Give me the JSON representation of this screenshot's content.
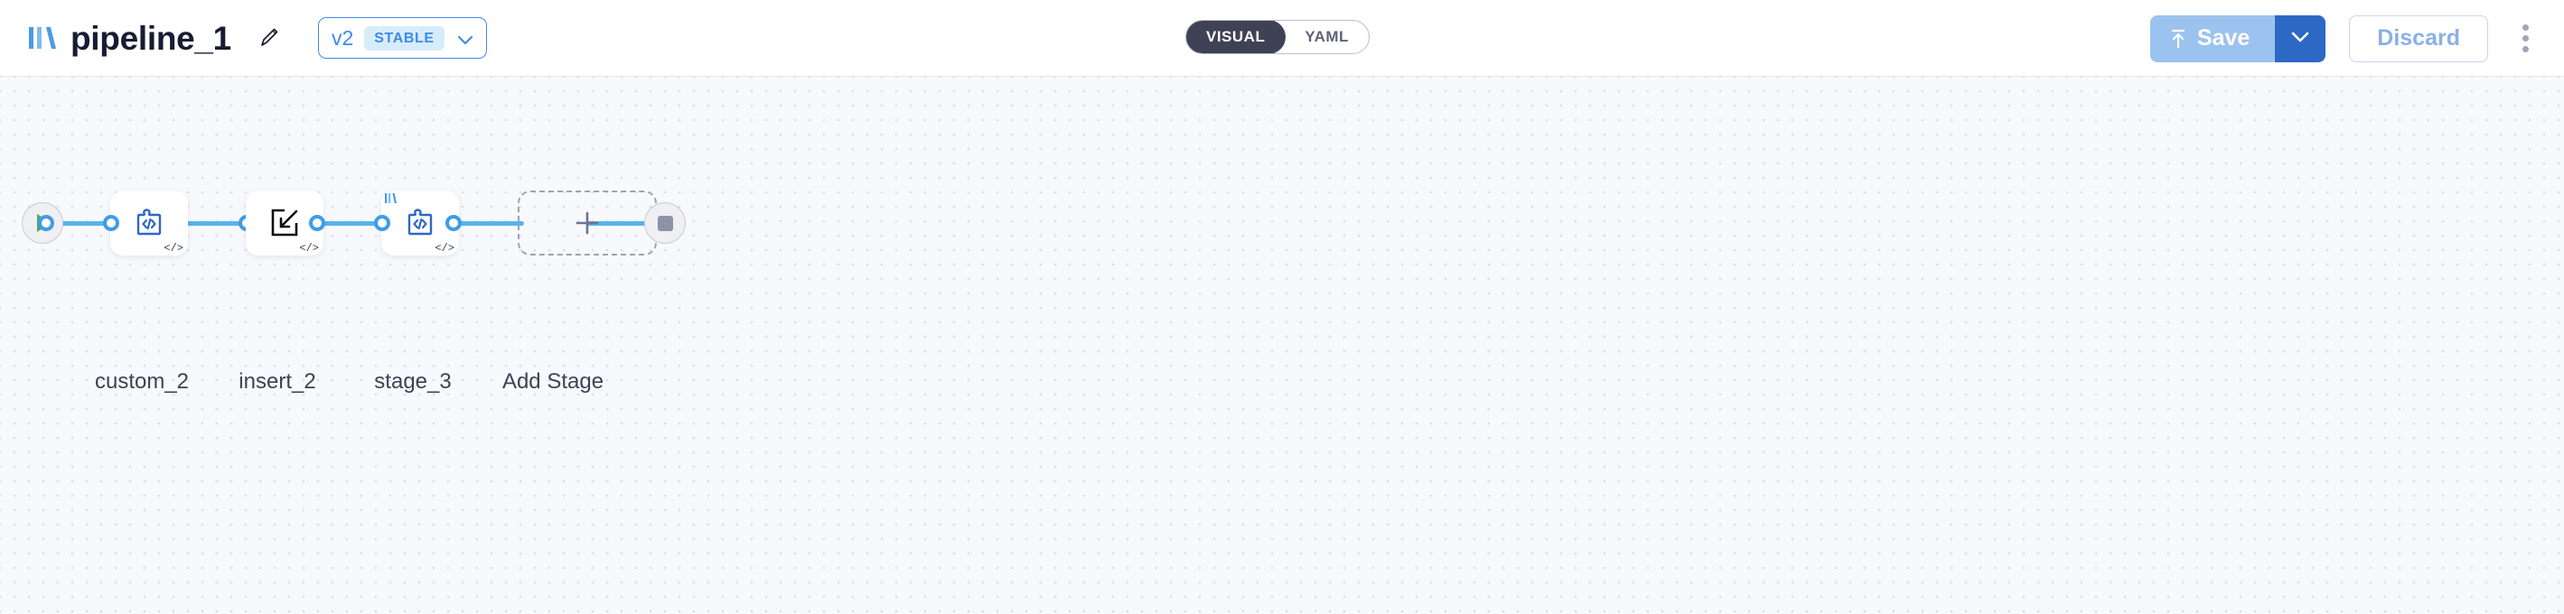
{
  "header": {
    "logo_icon": "pipeline-bars-logo",
    "title": "pipeline_1",
    "edit_icon": "pencil-icon",
    "version": {
      "label": "v2",
      "badge": "STABLE",
      "chevron_icon": "chevron-down-icon"
    },
    "view_toggle": {
      "options": [
        "VISUAL",
        "YAML"
      ],
      "selected": "VISUAL"
    },
    "actions": {
      "save_label": "Save",
      "save_icon": "upload-arrow-icon",
      "save_caret_icon": "chevron-down-icon",
      "discard_label": "Discard",
      "kebab_icon": "vertical-dots-icon"
    }
  },
  "colors": {
    "accent_blue": "#3f8ae8",
    "edge_blue": "#57b3ec",
    "node_icon_blue": "#2d68c4",
    "save_disabled": "#9cc2ef",
    "save_caret": "#2d68c4",
    "toggle_active_bg": "#3f4254",
    "badge_bg": "#d7ecfb",
    "canvas_bg": "#f8f9fc",
    "grid_dot": "#dcdfe9",
    "play_green": "#4caf50",
    "stop_gray": "#8e92a8"
  },
  "canvas": {
    "start_node": {
      "name": "start-node",
      "icon": "play-icon"
    },
    "end_node": {
      "name": "end-node",
      "icon": "stop-icon"
    },
    "stages": [
      {
        "label": "custom_2",
        "icon": "puzzle-code-icon",
        "badge_code": "</>",
        "badge_logo": false
      },
      {
        "label": "insert_2",
        "icon": "insert-arrow-icon",
        "badge_code": "</>",
        "badge_logo": false
      },
      {
        "label": "stage_3",
        "icon": "puzzle-code-icon",
        "badge_code": "</>",
        "badge_logo": true
      }
    ],
    "add_stage": {
      "label": "Add Stage",
      "icon": "plus-icon"
    }
  }
}
